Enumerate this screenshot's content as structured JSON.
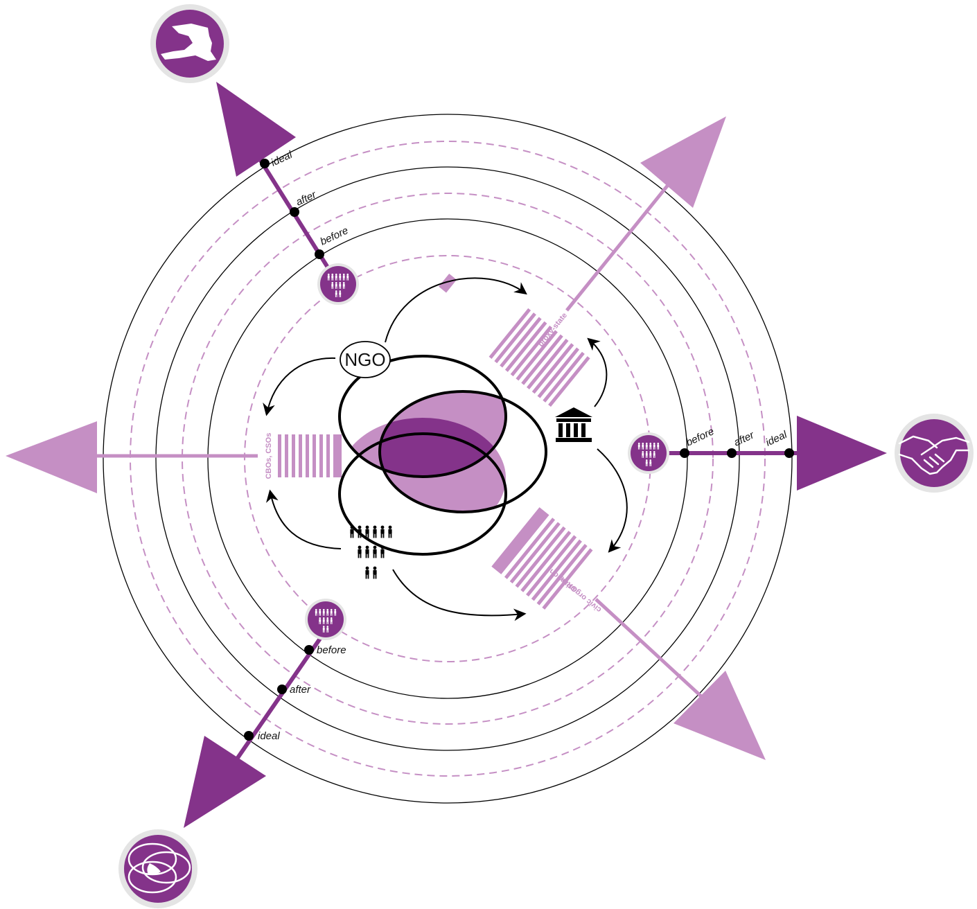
{
  "colors": {
    "dark": "#84338a",
    "light": "#c58fc4",
    "overlap": "#c58fc4",
    "center": "#84338a",
    "ink": "#000000",
    "halo": "#e4e4e4",
    "dashed": "#c58fc4"
  },
  "center_label": "NGO",
  "bands": {
    "proxy_state": "proxy-state",
    "cbos": "CBOs, CSOs",
    "civic_line1": "civic organizations",
    "civic_line2": "GROs"
  },
  "axes": [
    {
      "id": "haiti",
      "icon": "haiti-map-icon",
      "markers": [
        "ideal",
        "after",
        "before"
      ]
    },
    {
      "id": "partnership",
      "icon": "handshake-icon",
      "markers": [
        "before",
        "after",
        "ideal"
      ]
    },
    {
      "id": "integration",
      "icon": "venn-icon",
      "markers": [
        "before",
        "after",
        "ideal"
      ]
    }
  ],
  "icons": {
    "people": "people-group-icon",
    "government": "government-building-icon"
  }
}
